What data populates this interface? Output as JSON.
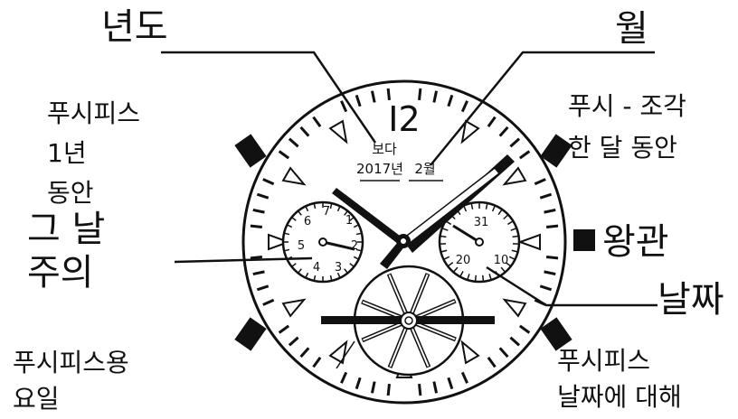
{
  "labels": {
    "year": "년도",
    "month": "월",
    "push_1year": "푸시피스",
    "push_1year_2": "1년",
    "push_1year_3": "동안",
    "push_month": "푸시 - 조각",
    "push_month_2": "한 달 동안",
    "crown": "왕관",
    "day_week": "그 날",
    "day_week_2": "주의",
    "date": "날짜",
    "push_weekday": "푸시피스용",
    "push_weekday_2": "요일",
    "push_date": "푸시피스",
    "push_date_2": "날짜에 대해"
  },
  "dial": {
    "hour_mark": "I2",
    "window_top": "보다",
    "window_year": "2017년",
    "window_month": "2월"
  },
  "subdial_left": [
    "7",
    "1",
    "6",
    "2",
    "5",
    "4",
    "3"
  ],
  "subdial_right": [
    "31",
    "20",
    "10"
  ]
}
